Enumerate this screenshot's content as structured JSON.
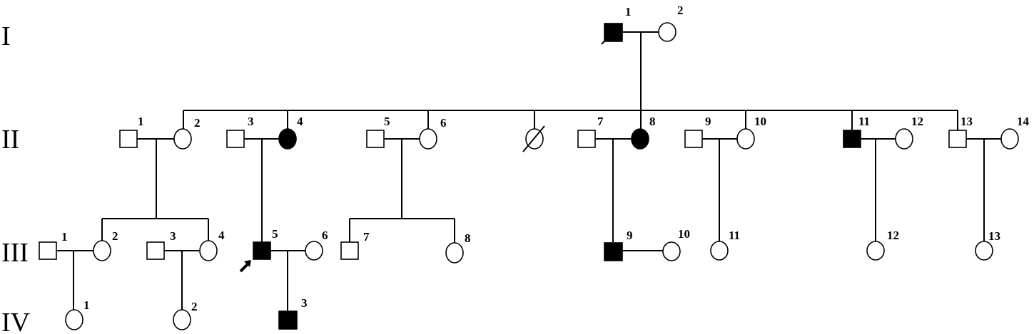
{
  "title": "Pedigree chart",
  "generations": [
    "I",
    "II",
    "III",
    "IV"
  ],
  "gen1": [
    {
      "number": "1",
      "sex": "male",
      "affected": true
    },
    {
      "number": "2",
      "sex": "female",
      "affected": false
    }
  ],
  "gen2": [
    {
      "number": "1",
      "sex": "male",
      "affected": false
    },
    {
      "number": "2",
      "sex": "female",
      "affected": false
    },
    {
      "number": "3",
      "sex": "male",
      "affected": false
    },
    {
      "number": "4",
      "sex": "female",
      "affected": true
    },
    {
      "number": "5",
      "sex": "male",
      "affected": false
    },
    {
      "number": "6",
      "sex": "female",
      "affected": false
    },
    {
      "number": "",
      "sex": "female",
      "affected": false,
      "deceased": true
    },
    {
      "number": "7",
      "sex": "male",
      "affected": false
    },
    {
      "number": "8",
      "sex": "female",
      "affected": true
    },
    {
      "number": "9",
      "sex": "male",
      "affected": false
    },
    {
      "number": "10",
      "sex": "female",
      "affected": false
    },
    {
      "number": "11",
      "sex": "male",
      "affected": true
    },
    {
      "number": "12",
      "sex": "female",
      "affected": false
    },
    {
      "number": "13",
      "sex": "male",
      "affected": false
    },
    {
      "number": "14",
      "sex": "female",
      "affected": false
    }
  ],
  "gen3": [
    {
      "number": "1",
      "sex": "male",
      "affected": false
    },
    {
      "number": "2",
      "sex": "female",
      "affected": false
    },
    {
      "number": "3",
      "sex": "male",
      "affected": false
    },
    {
      "number": "4",
      "sex": "female",
      "affected": false
    },
    {
      "number": "5",
      "sex": "male",
      "affected": true,
      "proband": true
    },
    {
      "number": "6",
      "sex": "female",
      "affected": false
    },
    {
      "number": "7",
      "sex": "male",
      "affected": false
    },
    {
      "number": "8",
      "sex": "female",
      "affected": false
    },
    {
      "number": "9",
      "sex": "male",
      "affected": true
    },
    {
      "number": "10",
      "sex": "female",
      "affected": false
    },
    {
      "number": "11",
      "sex": "female",
      "affected": false
    },
    {
      "number": "12",
      "sex": "female",
      "affected": false
    },
    {
      "number": "13",
      "sex": "female",
      "affected": false
    }
  ],
  "gen4": [
    {
      "number": "1",
      "sex": "female",
      "affected": false
    },
    {
      "number": "2",
      "sex": "female",
      "affected": false
    },
    {
      "number": "3",
      "sex": "male",
      "affected": true
    }
  ]
}
